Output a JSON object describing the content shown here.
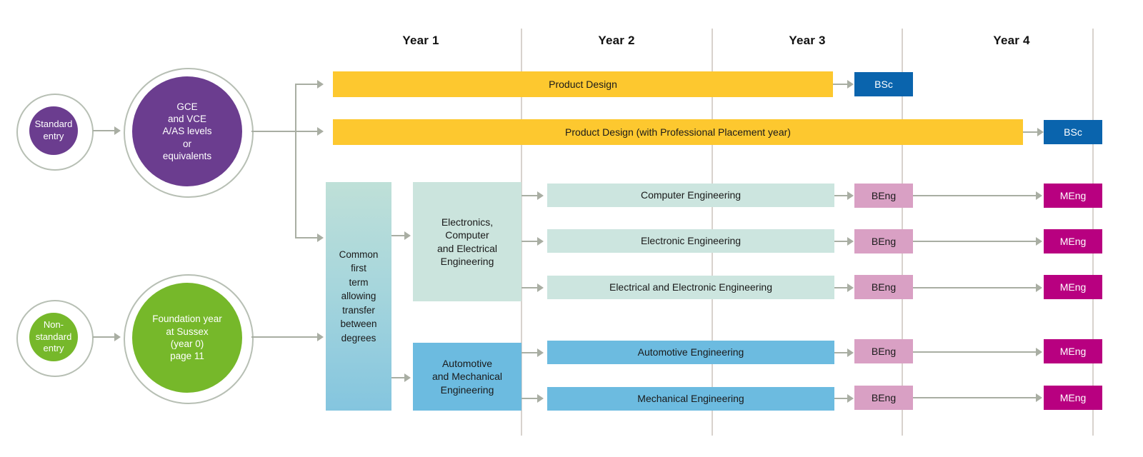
{
  "title": "Engineering degree pathways diagram",
  "colors": {
    "yellow": "#fdc82f",
    "mint": "#cce5df",
    "blue": "#6cbbe0",
    "purple": "#6b3d8f",
    "green": "#76b82a",
    "bsc_blue": "#0a64ad",
    "beng_pink": "#d9a0c4",
    "meng_magenta": "#b80080",
    "connector_grey": "#a9aea3",
    "gridline_grey": "#d8d2cd"
  },
  "years": [
    {
      "label": "Year 1"
    },
    {
      "label": "Year 2"
    },
    {
      "label": "Year 3"
    },
    {
      "label": "Year 4"
    }
  ],
  "entry_routes": [
    {
      "id": "standard",
      "small_label": "Standard\nentry",
      "small_label_lines": [
        "Standard",
        "entry"
      ],
      "big_label_lines": [
        "GCE",
        "and VCE",
        "A/AS levels",
        "or",
        "equivalents"
      ]
    },
    {
      "id": "non-standard",
      "small_label_lines": [
        "Non-",
        "standard",
        "entry"
      ],
      "big_label_lines": [
        "Foundation year",
        "at Sussex",
        "(year 0)",
        "page 11"
      ]
    }
  ],
  "common_term": {
    "label_lines": [
      "Common",
      "first",
      "term",
      "allowing",
      "transfer",
      "between",
      "degrees"
    ],
    "label": "Common first term allowing transfer between degrees"
  },
  "streams": [
    {
      "id": "ece",
      "label_lines": [
        "Electronics,",
        "Computer",
        "and Electrical",
        "Engineering"
      ],
      "label": "Electronics, Computer and Electrical Engineering"
    },
    {
      "id": "ame",
      "label_lines": [
        "Automotive",
        "and Mechanical",
        "Engineering"
      ],
      "label": "Automotive and Mechanical Engineering"
    }
  ],
  "pathways": [
    {
      "id": "product-design",
      "label": "Product Design",
      "color": "yellow",
      "awards": [
        "BSc"
      ]
    },
    {
      "id": "product-design-placement",
      "label": "Product Design (with Professional Placement year)",
      "color": "yellow",
      "awards": [
        "BSc"
      ]
    },
    {
      "id": "computer-engineering",
      "label": "Computer Engineering",
      "color": "mint",
      "awards": [
        "BEng",
        "MEng"
      ]
    },
    {
      "id": "electronic-engineering",
      "label": "Electronic Engineering",
      "color": "mint",
      "awards": [
        "BEng",
        "MEng"
      ]
    },
    {
      "id": "electrical-and-electronic",
      "label": "Electrical and Electronic Engineering",
      "color": "mint",
      "awards": [
        "BEng",
        "MEng"
      ]
    },
    {
      "id": "automotive-engineering",
      "label": "Automotive Engineering",
      "color": "blue",
      "awards": [
        "BEng",
        "MEng"
      ]
    },
    {
      "id": "mechanical-engineering",
      "label": "Mechanical Engineering",
      "color": "blue",
      "awards": [
        "BEng",
        "MEng"
      ]
    }
  ],
  "awards": {
    "bsc": "BSc",
    "beng": "BEng",
    "meng": "MEng"
  }
}
